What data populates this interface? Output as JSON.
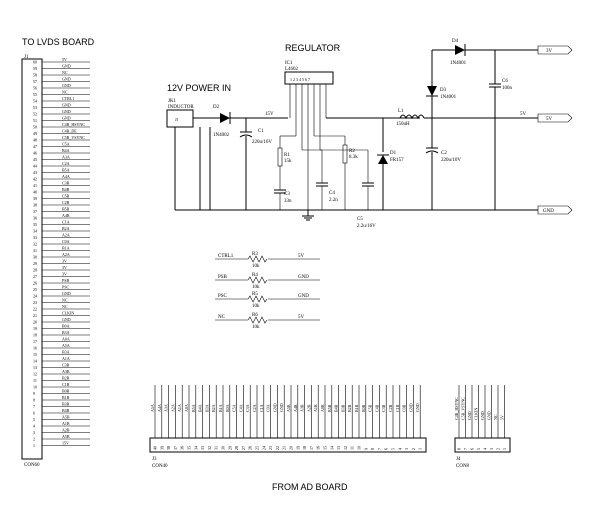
{
  "headings": {
    "lvds": "TO LVDS BOARD",
    "regulator": "REGULATOR",
    "power_in": "12V POWER IN",
    "ad_board": "FROM AD BOARD"
  },
  "j1": {
    "ref": "J1",
    "part": "CON60",
    "pins": [
      {
        "n": "60",
        "s": "5V"
      },
      {
        "n": "59",
        "s": "GND"
      },
      {
        "n": "58",
        "s": "NC"
      },
      {
        "n": "57",
        "s": "GND"
      },
      {
        "n": "56",
        "s": "GND"
      },
      {
        "n": "55",
        "s": "NC"
      },
      {
        "n": "54",
        "s": "CTRL1"
      },
      {
        "n": "53",
        "s": "GND"
      },
      {
        "n": "52",
        "s": "GND"
      },
      {
        "n": "51",
        "s": "GND"
      },
      {
        "n": "50",
        "s": "C4B_HSYNC"
      },
      {
        "n": "49",
        "s": "C4B_DE"
      },
      {
        "n": "48",
        "s": "C5B_VSYNC"
      },
      {
        "n": "47",
        "s": "C5A"
      },
      {
        "n": "46",
        "s": "B4A"
      },
      {
        "n": "45",
        "s": "A3A"
      },
      {
        "n": "44",
        "s": "C2A"
      },
      {
        "n": "43",
        "s": "B5A"
      },
      {
        "n": "42",
        "s": "A4A"
      },
      {
        "n": "41",
        "s": "C3B"
      },
      {
        "n": "40",
        "s": "B4B"
      },
      {
        "n": "39",
        "s": "C5B"
      },
      {
        "n": "38",
        "s": "C2B"
      },
      {
        "n": "37",
        "s": "B5B"
      },
      {
        "n": "36",
        "s": "A4B"
      },
      {
        "n": "35",
        "s": "C1A"
      },
      {
        "n": "34",
        "s": "B2A"
      },
      {
        "n": "33",
        "s": "A2A"
      },
      {
        "n": "32",
        "s": "C0A"
      },
      {
        "n": "31",
        "s": "B1A"
      },
      {
        "n": "30",
        "s": "A2A"
      },
      {
        "n": "29",
        "s": "3V"
      },
      {
        "n": "28",
        "s": "3V"
      },
      {
        "n": "27",
        "s": "3V"
      },
      {
        "n": "26",
        "s": "PSB"
      },
      {
        "n": "25",
        "s": "PSC"
      },
      {
        "n": "24",
        "s": "GND"
      },
      {
        "n": "23",
        "s": "NC"
      },
      {
        "n": "22",
        "s": "NC"
      },
      {
        "n": "21",
        "s": "CLKIN"
      },
      {
        "n": "20",
        "s": "GND"
      },
      {
        "n": "19",
        "s": "B0A"
      },
      {
        "n": "18",
        "s": "B3A"
      },
      {
        "n": "17",
        "s": "A0A"
      },
      {
        "n": "16",
        "s": "A5A"
      },
      {
        "n": "15",
        "s": "B3A"
      },
      {
        "n": "14",
        "s": "A1A"
      },
      {
        "n": "13",
        "s": "C3B"
      },
      {
        "n": "12",
        "s": "A3B"
      },
      {
        "n": "11",
        "s": "B2B"
      },
      {
        "n": "10",
        "s": "C1B"
      },
      {
        "n": "9",
        "s": "B0B"
      },
      {
        "n": "8",
        "s": "B1B"
      },
      {
        "n": "7",
        "s": "B3B"
      },
      {
        "n": "6",
        "s": "B4B"
      },
      {
        "n": "5",
        "s": "A5B"
      },
      {
        "n": "4",
        "s": "A1B"
      },
      {
        "n": "3",
        "s": "A2B"
      },
      {
        "n": "2",
        "s": "A5B"
      },
      {
        "n": "1",
        "s": "15V"
      }
    ]
  },
  "regulator": {
    "jk1_ref": "JK1",
    "jk1_part": "INDUCTOR",
    "ic1_ref": "IC1",
    "ic1_part": "L4602",
    "d2_ref": "D2",
    "d2_val": "1N4002",
    "c1_ref": "C1",
    "c1_val": "220u/16V",
    "r1_ref": "R1",
    "r1_val": "15k",
    "c3_ref": "C3",
    "c3_val": "33n",
    "c4_ref": "C4",
    "c4_val": "2.2n",
    "r2_ref": "R2",
    "r2_val": "8.3k",
    "c5_ref": "C5",
    "c5_val": "2.2u/16V",
    "d1_ref": "D1",
    "d1_val": "FR157",
    "l1_ref": "L1",
    "l1_val": "150uH",
    "c2_ref": "C2",
    "c2_val": "220u/10V",
    "d3_ref": "D3",
    "d3_val": "1N4001",
    "d4_ref": "D4",
    "d4_val": "1N4001",
    "c6_ref": "C6",
    "c6_val": "100n",
    "net_15v": "15V",
    "net_5v": "5V",
    "port_3v": "3V",
    "port_5v": "5V",
    "port_gnd": "GND"
  },
  "pullups": [
    {
      "net": "CTRL1",
      "ref": "R3",
      "val": "10k",
      "to": "5V"
    },
    {
      "net": "PSB",
      "ref": "R4",
      "val": "10k",
      "to": "GND"
    },
    {
      "net": "PSC",
      "ref": "R5",
      "val": "10k",
      "to": "GND"
    },
    {
      "net": "NC",
      "ref": "R6",
      "val": "10k",
      "to": "5V"
    }
  ],
  "j3": {
    "ref": "J3",
    "part": "CON40",
    "pins": [
      {
        "n": "40",
        "s": "A5A"
      },
      {
        "n": "39",
        "s": "A4A"
      },
      {
        "n": "38",
        "s": "A3A"
      },
      {
        "n": "37",
        "s": "A2A"
      },
      {
        "n": "36",
        "s": "A1A"
      },
      {
        "n": "35",
        "s": "A0A"
      },
      {
        "n": "34",
        "s": "B5A"
      },
      {
        "n": "33",
        "s": "B4A"
      },
      {
        "n": "32",
        "s": "B3A"
      },
      {
        "n": "31",
        "s": "B2A"
      },
      {
        "n": "30",
        "s": "B1A"
      },
      {
        "n": "29",
        "s": "B0A"
      },
      {
        "n": "28",
        "s": "C5A"
      },
      {
        "n": "27",
        "s": "C4A"
      },
      {
        "n": "26",
        "s": "C3A"
      },
      {
        "n": "25",
        "s": "C2A"
      },
      {
        "n": "24",
        "s": "C1A"
      },
      {
        "n": "23",
        "s": "C0A"
      },
      {
        "n": "22",
        "s": "GND"
      },
      {
        "n": "21",
        "s": "GND"
      },
      {
        "n": "20",
        "s": "A5B"
      },
      {
        "n": "19",
        "s": "A4B"
      },
      {
        "n": "18",
        "s": "A3B"
      },
      {
        "n": "17",
        "s": "A2B"
      },
      {
        "n": "16",
        "s": "A1B"
      },
      {
        "n": "15",
        "s": "A0B"
      },
      {
        "n": "14",
        "s": "B5B"
      },
      {
        "n": "13",
        "s": "B4B"
      },
      {
        "n": "12",
        "s": "B3B"
      },
      {
        "n": "11",
        "s": "B2B"
      },
      {
        "n": "10",
        "s": "B1B"
      },
      {
        "n": "9",
        "s": "B0B"
      },
      {
        "n": "8",
        "s": "C5B"
      },
      {
        "n": "7",
        "s": "C4B"
      },
      {
        "n": "6",
        "s": "C3B"
      },
      {
        "n": "5",
        "s": "C2B"
      },
      {
        "n": "4",
        "s": "C1B"
      },
      {
        "n": "3",
        "s": "C0B"
      },
      {
        "n": "2",
        "s": "GND"
      },
      {
        "n": "1",
        "s": "GND"
      }
    ]
  },
  "j4": {
    "ref": "J4",
    "part": "CON8",
    "pins": [
      {
        "n": "8",
        "s": "C4B_HSYNC"
      },
      {
        "n": "7",
        "s": "C5B_VSYNC"
      },
      {
        "n": "6",
        "s": "GND"
      },
      {
        "n": "5",
        "s": "CLKIN"
      },
      {
        "n": "4",
        "s": "GND"
      },
      {
        "n": "3",
        "s": "GND"
      },
      {
        "n": "2",
        "s": "NC"
      },
      {
        "n": "1",
        "s": "5V"
      }
    ]
  }
}
